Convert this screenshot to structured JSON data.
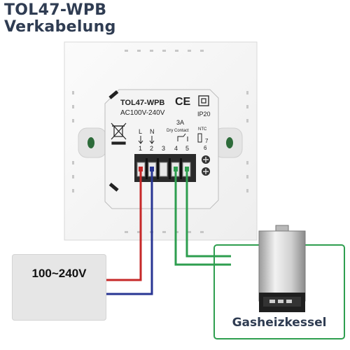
{
  "header": {
    "title": "TOL47-WPB",
    "subtitle": "Verkabelung"
  },
  "module": {
    "model": "TOL47-WPB",
    "voltage": "AC100V-240V",
    "ce_mark": "CE",
    "ip_rating": "IP20",
    "current": "3A",
    "contact_type": "Dry Contact",
    "ntc_label": "NTC",
    "terminal_L": "L",
    "terminal_N": "N",
    "terminal_numbers": [
      "1",
      "2",
      "3",
      "4",
      "5"
    ],
    "ntc_pins": [
      "7",
      "6"
    ]
  },
  "power": {
    "label": "100~240V",
    "icon": "lightning-bolt-icon"
  },
  "boiler": {
    "label": "Gasheizkessel"
  },
  "colors": {
    "title": "#2f3c52",
    "wire_live": "#c62828",
    "wire_neutral": "#283593",
    "wire_contact": "#2e9e4f",
    "bolt": "#e53935"
  }
}
